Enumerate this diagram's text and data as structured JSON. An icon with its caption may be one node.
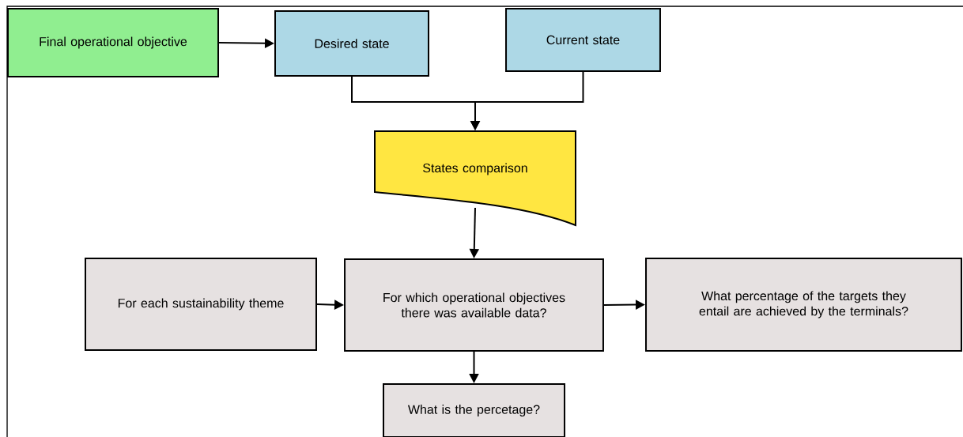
{
  "diagram": {
    "nodes": [
      {
        "text": [
          "Final operational objective"
        ]
      },
      {
        "text": [
          "Desired state"
        ]
      },
      {
        "text": [
          "Current state"
        ]
      },
      {
        "text": [
          "States comparison"
        ]
      },
      {
        "text": [
          "For each sustainability theme"
        ]
      },
      {
        "text": [
          "For which operational objectives there was available data?"
        ]
      },
      {
        "text": [
          "What percentage of the targets they entail are achieved by the terminals?"
        ]
      },
      {
        "text": [
          "What is the percetage?"
        ]
      }
    ],
    "edges": [
      {
        "from": 0,
        "to": 1,
        "arrow": "to"
      },
      {
        "from": 1,
        "to": 3,
        "arrow": "to"
      },
      {
        "from": 2,
        "to": 3,
        "arrow": "to"
      },
      {
        "from": 3,
        "to": 5,
        "arrow": "to"
      },
      {
        "from": 4,
        "to": 5,
        "arrow": "to"
      },
      {
        "from": 5,
        "to": 6,
        "arrow": "to"
      },
      {
        "from": 5,
        "to": 7,
        "arrow": "to"
      }
    ]
  }
}
